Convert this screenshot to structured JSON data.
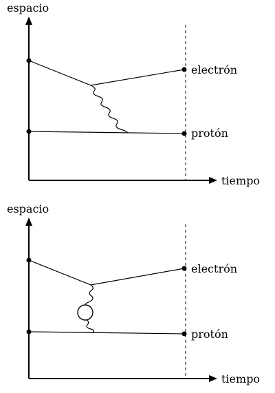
{
  "diagrams": [
    {
      "axes": {
        "y_label": "espacio",
        "x_label": "tiempo"
      },
      "particles": {
        "electron": "electrón",
        "proton": "protón"
      }
    },
    {
      "axes": {
        "y_label": "espacio",
        "x_label": "tiempo"
      },
      "particles": {
        "electron": "electrón",
        "proton": "protón"
      }
    }
  ]
}
